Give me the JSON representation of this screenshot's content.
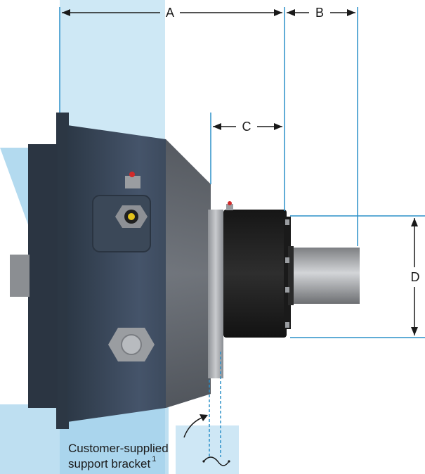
{
  "dimensions": {
    "a": "A",
    "b": "B",
    "c": "C",
    "d": "D"
  },
  "callout": {
    "line1": "Customer-supplied",
    "line2": "support bracket",
    "footnote": "1"
  },
  "colors": {
    "dimension_line": "#2b90c9",
    "watermark": "#3aa3d8",
    "housing": "#3c4a59",
    "cone": "#6e6e6e",
    "shaft": "#9b9b9b",
    "text": "#1a1a1a"
  }
}
